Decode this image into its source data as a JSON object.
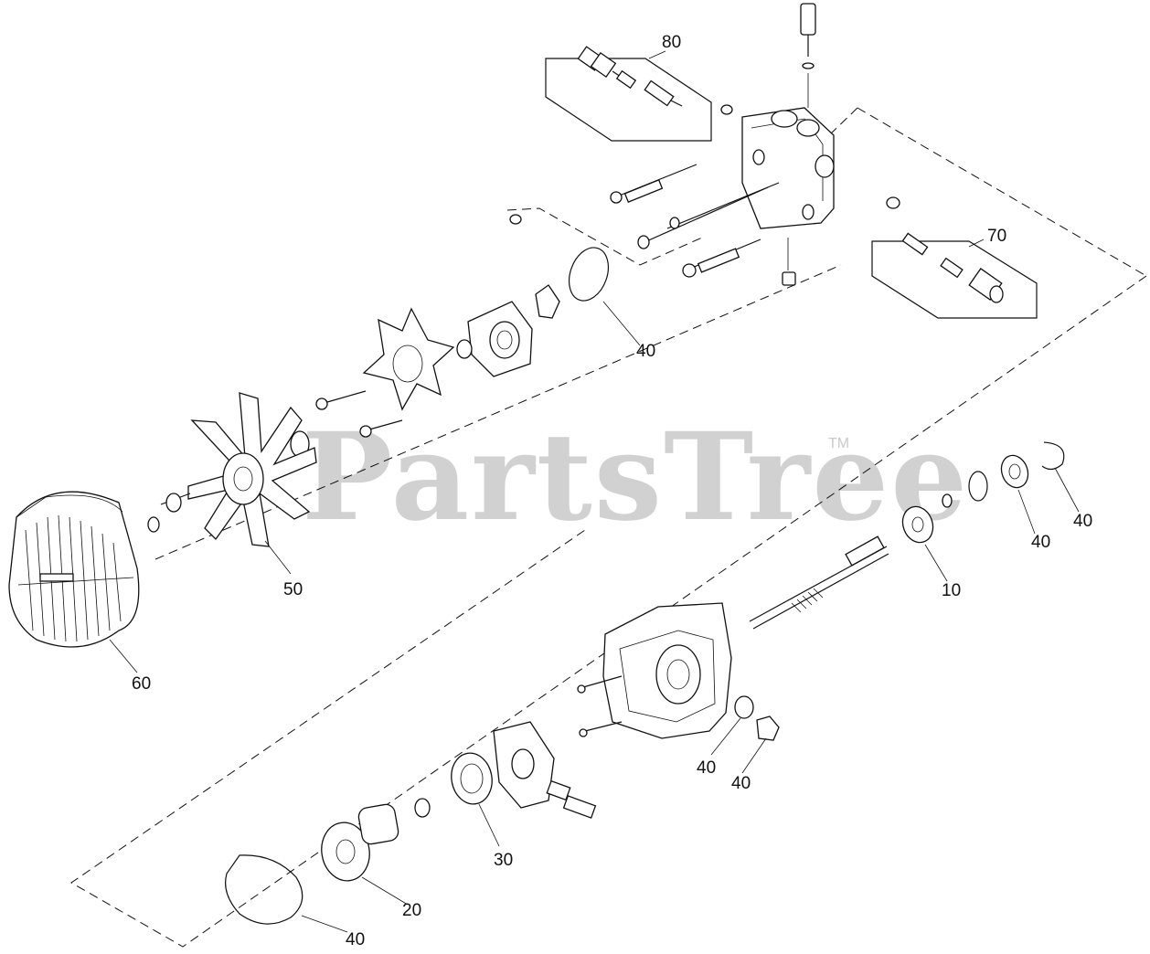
{
  "watermark": {
    "brand": "PartsTree",
    "trademark": "TM"
  },
  "callouts": [
    {
      "id": "80",
      "text": "80"
    },
    {
      "id": "70",
      "text": "70"
    },
    {
      "id": "40a",
      "text": "40"
    },
    {
      "id": "50",
      "text": "50"
    },
    {
      "id": "60",
      "text": "60"
    },
    {
      "id": "40b",
      "text": "40"
    },
    {
      "id": "40c",
      "text": "40"
    },
    {
      "id": "10",
      "text": "10"
    },
    {
      "id": "40d",
      "text": "40"
    },
    {
      "id": "40e",
      "text": "40"
    },
    {
      "id": "30",
      "text": "30"
    },
    {
      "id": "20",
      "text": "20"
    },
    {
      "id": "40f",
      "text": "40"
    }
  ]
}
